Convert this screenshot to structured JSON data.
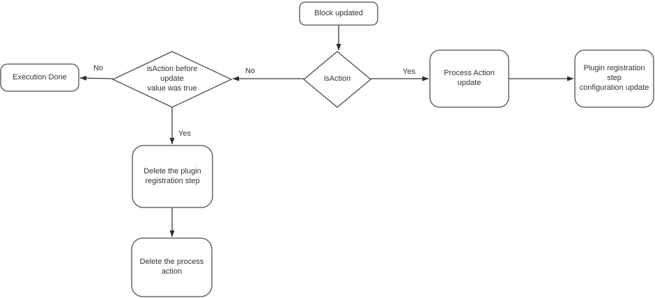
{
  "diagram": {
    "background_color": "#ffffff",
    "shape_stroke_color": "#4d4d4d",
    "edge_stroke_color": "#3a3a3a",
    "text_color": "#333333",
    "nodes": {
      "block_updated": {
        "type": "rounded-rect",
        "label": "Block updated"
      },
      "is_action": {
        "type": "diamond",
        "label": "isAction"
      },
      "is_action_before": {
        "type": "diamond",
        "label": "isAction before\nupdate\nvalue was true"
      },
      "execution_done": {
        "type": "rounded-rect",
        "label": "Execution Done"
      },
      "process_action_update": {
        "type": "rounded-rect",
        "label": "Process Action update"
      },
      "plugin_registration_step": {
        "type": "rounded-rect",
        "label": "Plugin registration step\nconfiguration update"
      },
      "delete_plugin_step": {
        "type": "rounded-rect",
        "label": "Delete the plugin\nregistration step"
      },
      "delete_process_action": {
        "type": "rounded-rect",
        "label": "Delete the process\naction"
      }
    },
    "edge_labels": {
      "before_to_execution": "No",
      "is_action_to_before": "No",
      "is_action_to_process": "Yes",
      "before_to_delete": "Yes"
    }
  }
}
